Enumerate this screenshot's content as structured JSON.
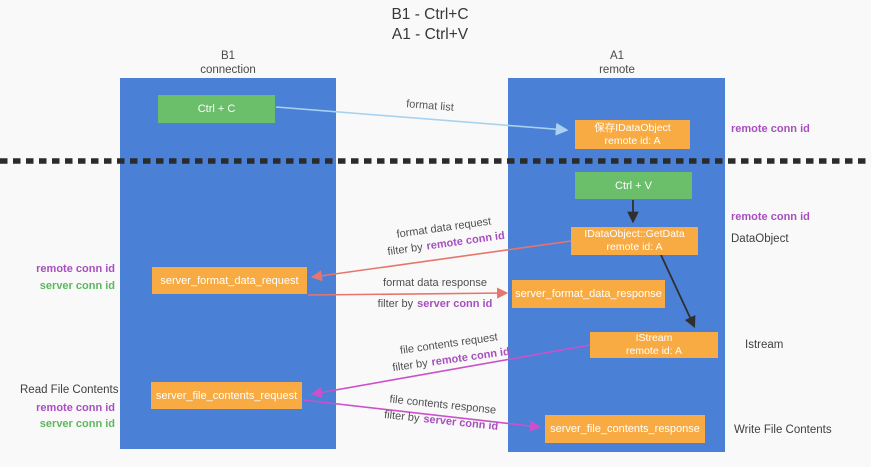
{
  "title": {
    "line1": "B1 - Ctrl+C",
    "line2": "A1 - Ctrl+V"
  },
  "lanes": {
    "left": {
      "name": "B1",
      "role": "connection"
    },
    "right": {
      "name": "A1",
      "role": "remote"
    }
  },
  "boxes": {
    "ctrl_c": {
      "label": "Ctrl + C"
    },
    "save_idataobject": {
      "line1": "保存IDataObject",
      "line2": "remote id: A"
    },
    "ctrl_v": {
      "label": "Ctrl + V"
    },
    "getdata": {
      "line1": "IDataObject::GetData",
      "line2": "remote id: A"
    },
    "format_request": {
      "label": "server_format_data_request"
    },
    "format_response": {
      "label": "server_format_data_response"
    },
    "istream": {
      "line1": "IStream",
      "line2": "remote id: A"
    },
    "file_request": {
      "label": "server_file_contents_request"
    },
    "file_response": {
      "label": "server_file_contents_response"
    }
  },
  "flow_labels": {
    "format_list": "format list",
    "format_request": {
      "title": "format data request",
      "filter_prefix": "filter by",
      "filter_key": "remote conn id"
    },
    "format_response": {
      "title": "format data response",
      "filter_prefix": "filter by",
      "filter_key": "server conn id"
    },
    "file_request": {
      "title": "file contents request",
      "filter_prefix": "filter by",
      "filter_key": "remote conn id"
    },
    "file_response": {
      "title": "file contents response",
      "filter_prefix": "filter by",
      "filter_key": "server conn id"
    }
  },
  "side_right": {
    "conn_top": "remote conn id",
    "conn_mid": "remote conn id",
    "dataobject": "DataObject",
    "istream": "Istream",
    "write_file": "Write File Contents"
  },
  "side_left": {
    "remote_conn_1": "remote conn id",
    "server_conn_1": "server conn id",
    "read_file": "Read File Contents",
    "remote_conn_2": "remote conn id",
    "server_conn_2": "server conn id"
  },
  "colors": {
    "lane_blue": "#4a81d6",
    "box_orange": "#f8ab43",
    "box_green": "#6bbf6a",
    "purple_label": "#a84fc0",
    "green_label": "#5cb85c",
    "arrow_salmon": "#e8756b",
    "arrow_magenta": "#cb51cb",
    "arrow_lightblue": "#a8d2f0",
    "arrow_black": "#2f2f2f",
    "divider_black": "#2b2b2b"
  }
}
